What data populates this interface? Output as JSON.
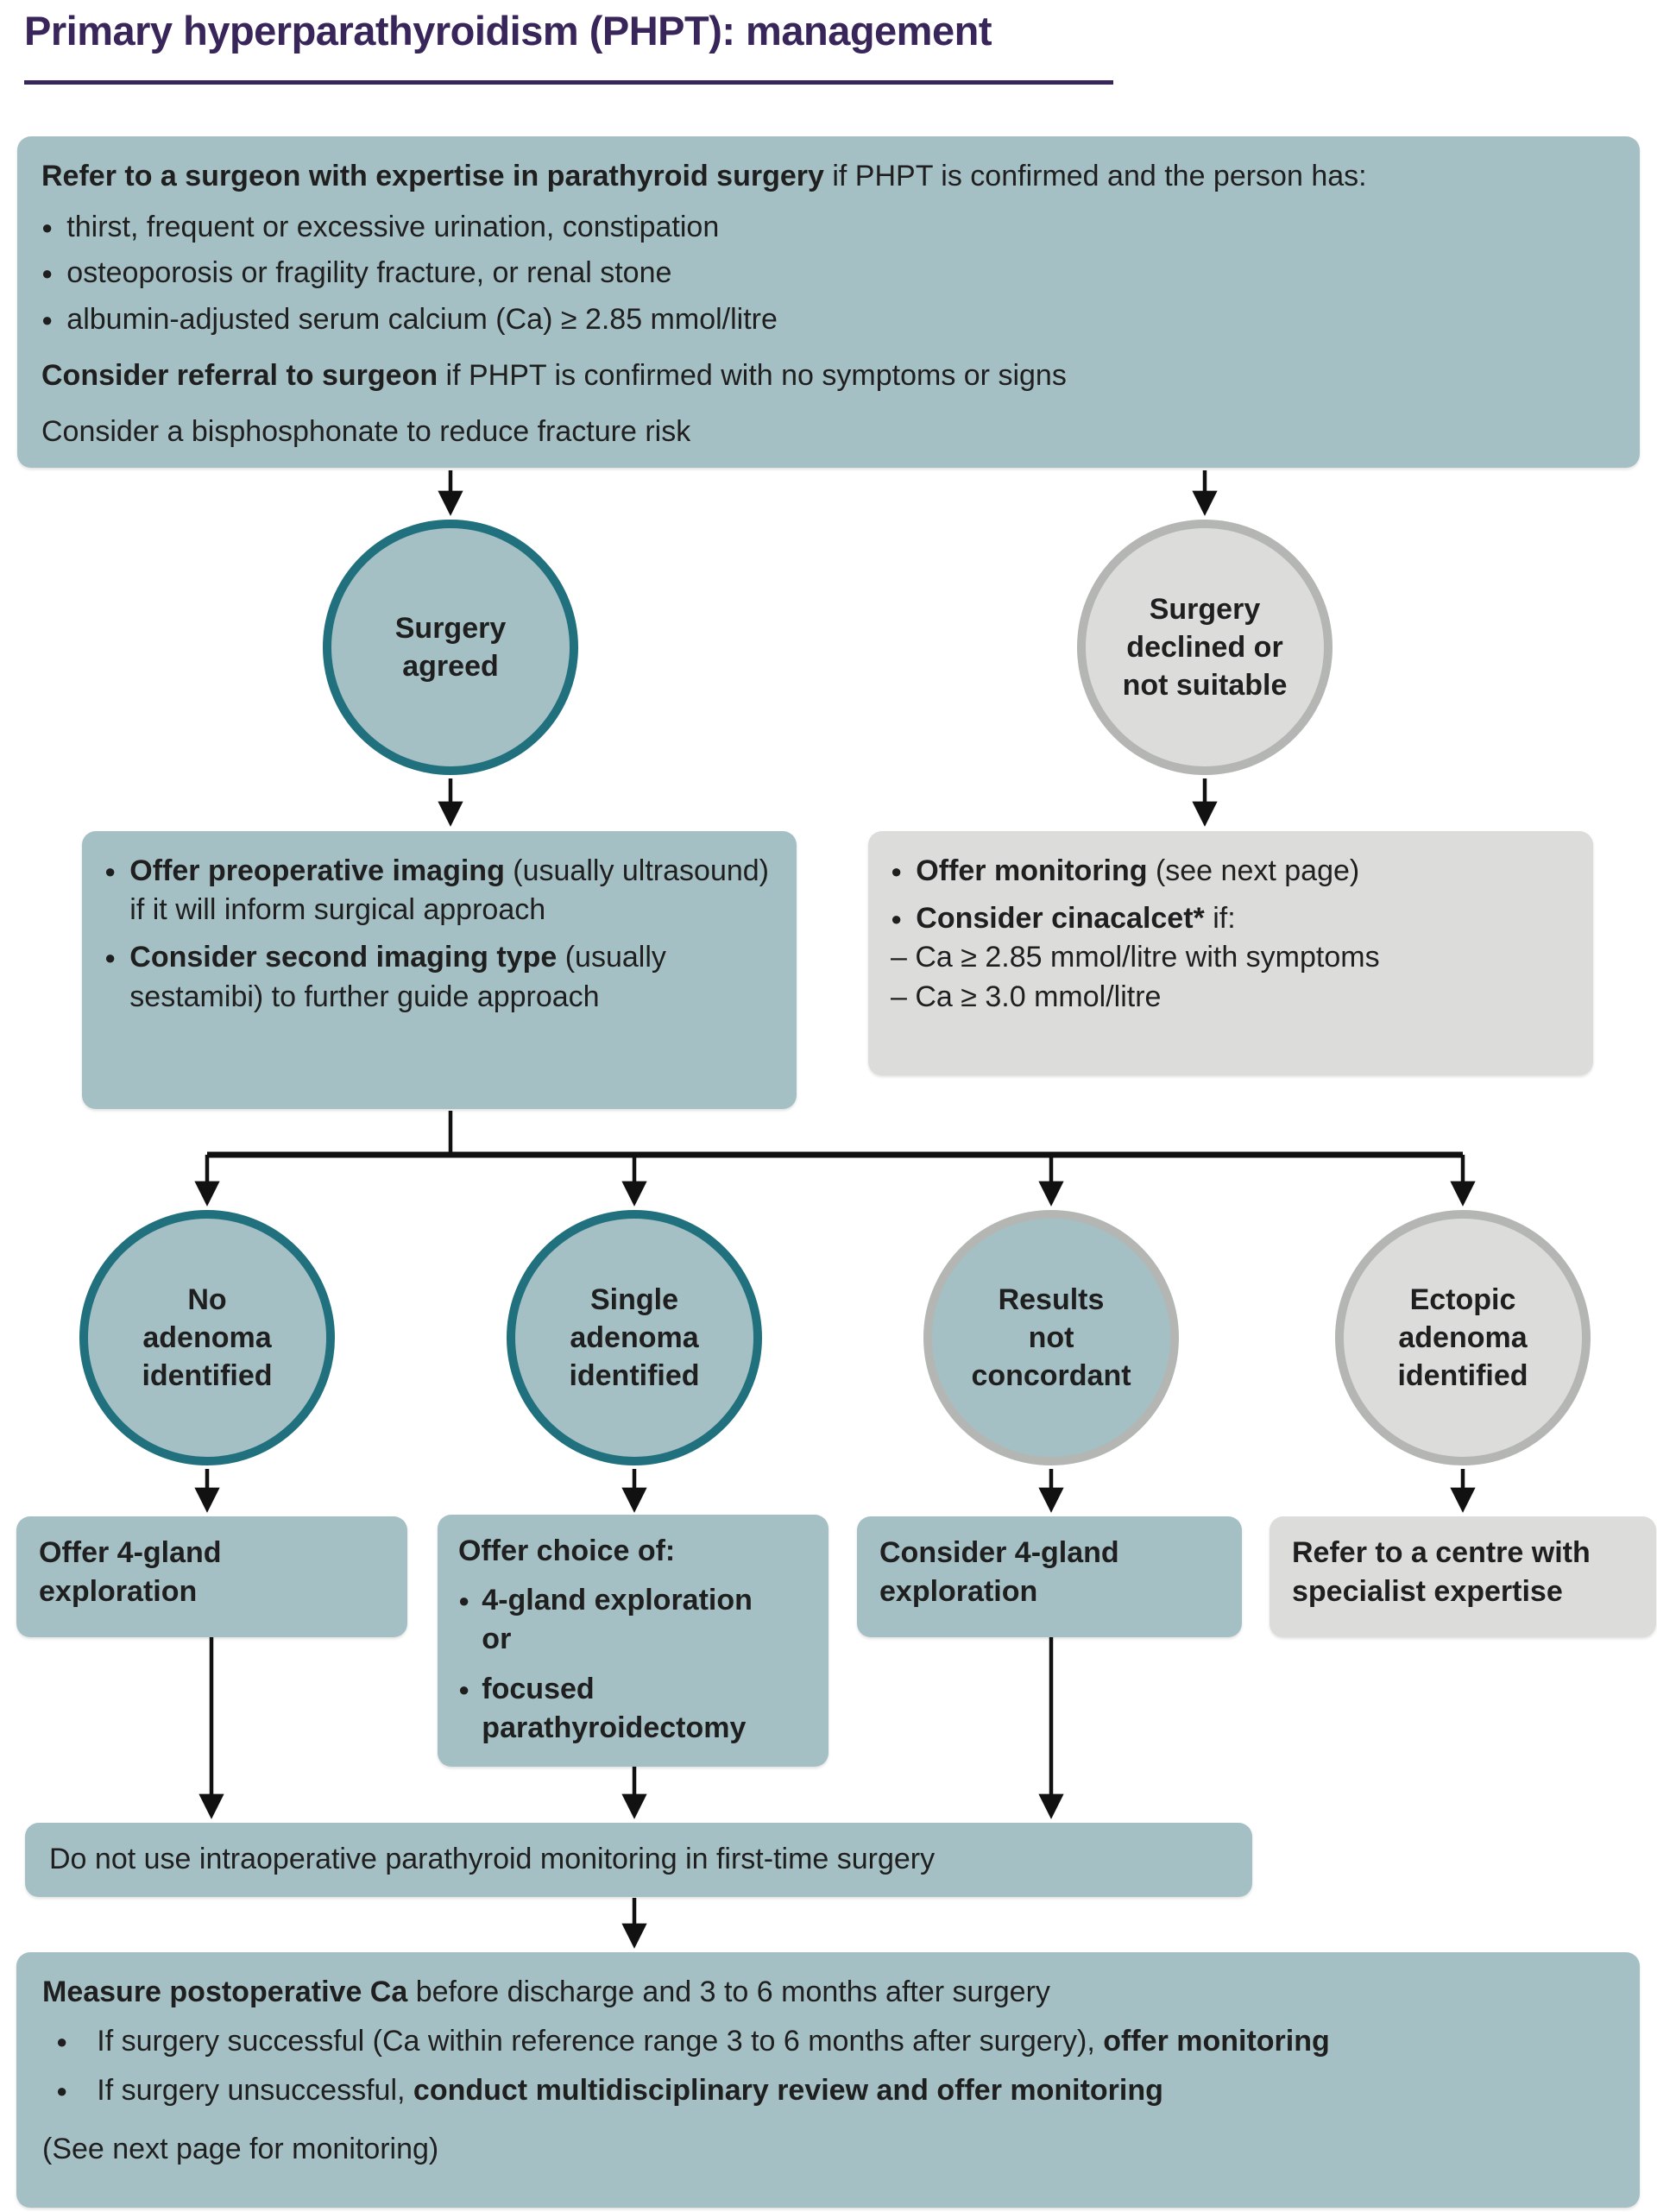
{
  "title": "Primary hyperparathyroidism (PHPT): management",
  "glyphs": {
    "bullet": "●"
  },
  "colors": {
    "title_purple": "#38255a",
    "teal_fill": "#a4c0c4",
    "teal_border": "#20707e",
    "grey_fill": "#dcddda",
    "grey_border": "#b4b6b3",
    "text": "#1f1f1f",
    "arrow": "#111111"
  },
  "top_box": {
    "refer_bold": "Refer to a surgeon with expertise in parathyroid surgery",
    "refer_rest": " if PHPT is confirmed and the person has:",
    "bullets": [
      "thirst, frequent or excessive urination, constipation",
      "osteoporosis or fragility fracture, or renal stone",
      "albumin-adjusted serum calcium (Ca) ≥ 2.85 mmol/litre"
    ],
    "consider_bold": "Consider referral to surgeon",
    "consider_rest": " if PHPT is confirmed with no symptoms or signs",
    "bisphosphonate": "Consider a bisphosphonate to reduce fracture risk"
  },
  "circles": {
    "surgery_agreed": "Surgery\nagreed",
    "surgery_declined": "Surgery\ndeclined or\nnot suitable",
    "no_adenoma": "No\nadenoma\nidentified",
    "single_adenoma": "Single\nadenoma\nidentified",
    "results_not_concordant": "Results\nnot\nconcordant",
    "ectopic_adenoma": "Ectopic\nadenoma\nidentified"
  },
  "preop_box": {
    "b1_bold": "Offer preoperative imaging",
    "b1_rest": " (usually ultrasound) if it will inform surgical approach",
    "b2_bold": "Consider second imaging type",
    "b2_rest": " (usually sestamibi) to further guide approach"
  },
  "monitor_box": {
    "b1_bold": "Offer monitoring",
    "b1_rest": " (see next page)",
    "b2_bold": "Consider cinacalcet*",
    "b2_rest": " if:",
    "sub1": "– Ca ≥ 2.85 mmol/litre with symptoms",
    "sub2": "– Ca ≥ 3.0 mmol/litre"
  },
  "outcome_boxes": {
    "offer_4gland": "Offer 4-gland\nexploration",
    "choice_title": "Offer choice of:",
    "choice_b1": "4-gland exploration\nor",
    "choice_b2": "focused\nparathyroidectomy",
    "consider_4gland": "Consider 4-gland\nexploration",
    "refer_centre": "Refer to a centre with\nspecialist expertise"
  },
  "no_iopm_box": "Do not use intraoperative parathyroid monitoring in first-time surgery",
  "postop_box": {
    "lead_bold": "Measure postoperative Ca",
    "lead_rest": " before discharge and 3 to 6 months after surgery",
    "b1_pre": "If surgery successful (Ca within reference range 3 to 6 months after surgery), ",
    "b1_bold": "offer monitoring",
    "b2_pre": "If surgery unsuccessful, ",
    "b2_bold": "conduct multidisciplinary review and offer monitoring",
    "footer": "(See next page for monitoring)"
  }
}
